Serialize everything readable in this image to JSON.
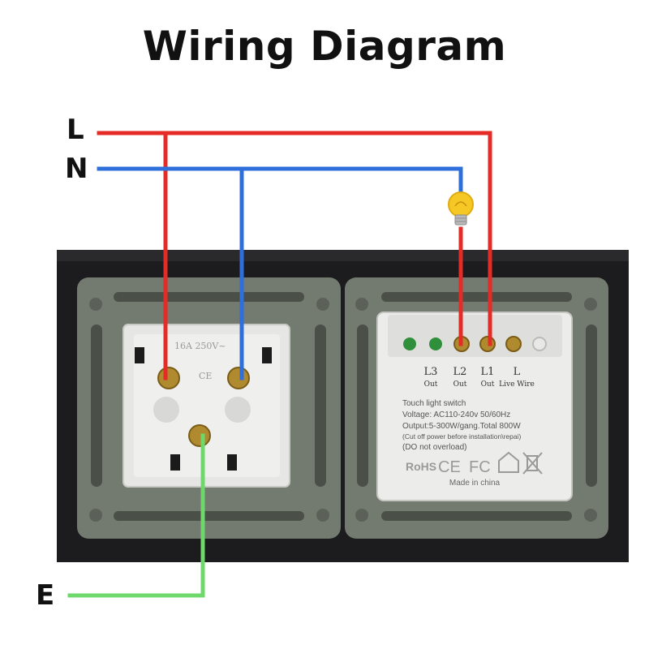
{
  "title": "Wiring Diagram",
  "wires": {
    "live_label": "L",
    "neutral_label": "N",
    "earth_label": "E",
    "colors": {
      "live": "#e52b25",
      "neutral": "#2f6fdc",
      "earth": "#6fd86a"
    }
  },
  "socket": {
    "rating": "16A 250V~",
    "mark": "CE"
  },
  "switch_module": {
    "terminals": [
      {
        "label": "L3",
        "sub": "Out"
      },
      {
        "label": "L2",
        "sub": "Out"
      },
      {
        "label": "L1",
        "sub": "Out"
      },
      {
        "label": "L",
        "sub": "Live Wire"
      }
    ],
    "spec_lines": [
      "Touch light switch",
      "Voltage: AC110-240v 50/60Hz",
      "Output:5-300W/gang.Total 800W",
      "(Cut off power before installation\\repai)",
      "(DO not overload)"
    ],
    "cert_marks": [
      "RoHS",
      "CE",
      "FC"
    ],
    "made_in": "Made in china"
  },
  "icons": [
    "light-bulb-icon",
    "house-icon",
    "crossed-bin-icon"
  ]
}
